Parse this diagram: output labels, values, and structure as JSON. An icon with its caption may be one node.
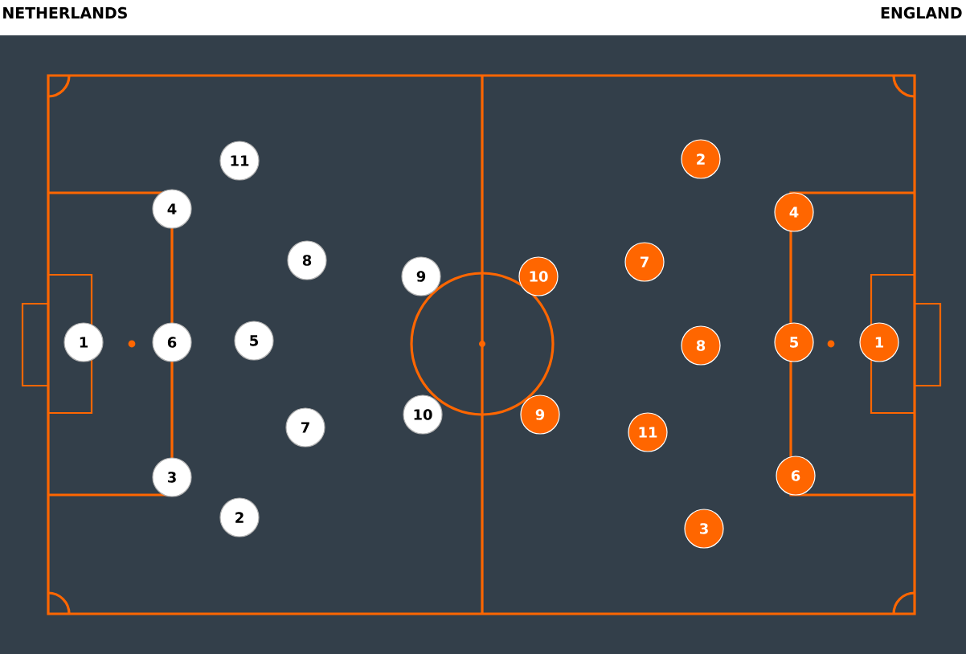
{
  "diagram": {
    "nodes": [
      {
        "text": [
          "1"
        ]
      },
      {
        "text": [
          "2"
        ]
      },
      {
        "text": [
          "3"
        ]
      },
      {
        "text": [
          "4"
        ]
      },
      {
        "text": [
          "5"
        ]
      },
      {
        "text": [
          "6"
        ]
      },
      {
        "text": [
          "7"
        ]
      },
      {
        "text": [
          "8"
        ]
      },
      {
        "text": [
          "9"
        ]
      },
      {
        "text": [
          "10"
        ]
      },
      {
        "text": [
          "11"
        ]
      },
      {
        "text": [
          "1"
        ]
      },
      {
        "text": [
          "2"
        ]
      },
      {
        "text": [
          "3"
        ]
      },
      {
        "text": [
          "4"
        ]
      },
      {
        "text": [
          "5"
        ]
      },
      {
        "text": [
          "6"
        ]
      },
      {
        "text": [
          "7"
        ]
      },
      {
        "text": [
          "8"
        ]
      },
      {
        "text": [
          "9"
        ]
      },
      {
        "text": [
          "10"
        ]
      },
      {
        "text": [
          "11"
        ]
      }
    ],
    "edges": [],
    "labels": [
      "NETHERLANDS",
      "ENGLAND"
    ]
  }
}
